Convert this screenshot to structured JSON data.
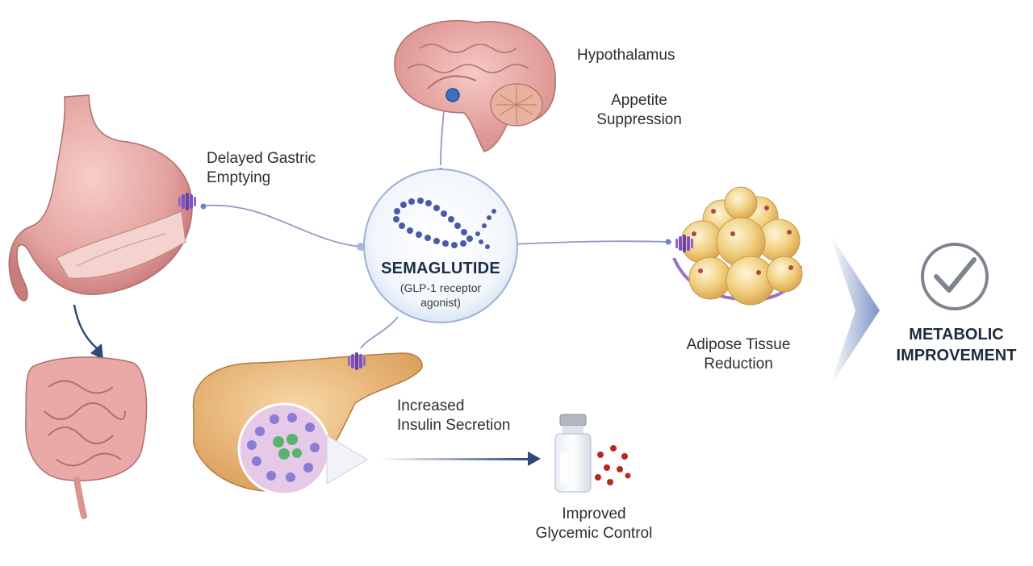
{
  "center": {
    "name": "SEMAGLUTIDE",
    "subtitle": "(GLP-1 receptor\nagonist)"
  },
  "labels": {
    "hypothalamus": "Hypothalamus",
    "appetite": "Appetite\nSuppression",
    "gastric": "Delayed Gastric\nEmptying",
    "adipose": "Adipose Tissue\nReduction",
    "insulin": "Increased\nInsulin Secretion",
    "glycemic": "Improved\nGlycemic Control"
  },
  "outcome": {
    "label": "METABOLIC\nIMPROVEMENT"
  },
  "icons": {
    "checkmark": "checkmark-icon",
    "receptor": "receptor-icon",
    "vial": "vial-icon"
  },
  "colors": {
    "connector": "#8f9ac4",
    "arrow": "#2f4a78",
    "molecule": "#4a5aa8",
    "receptor": "#6a3fb0",
    "tissue_pink": "#e3a3a0",
    "fat": "#f0cf7f",
    "pancreas": "#eab87a"
  }
}
